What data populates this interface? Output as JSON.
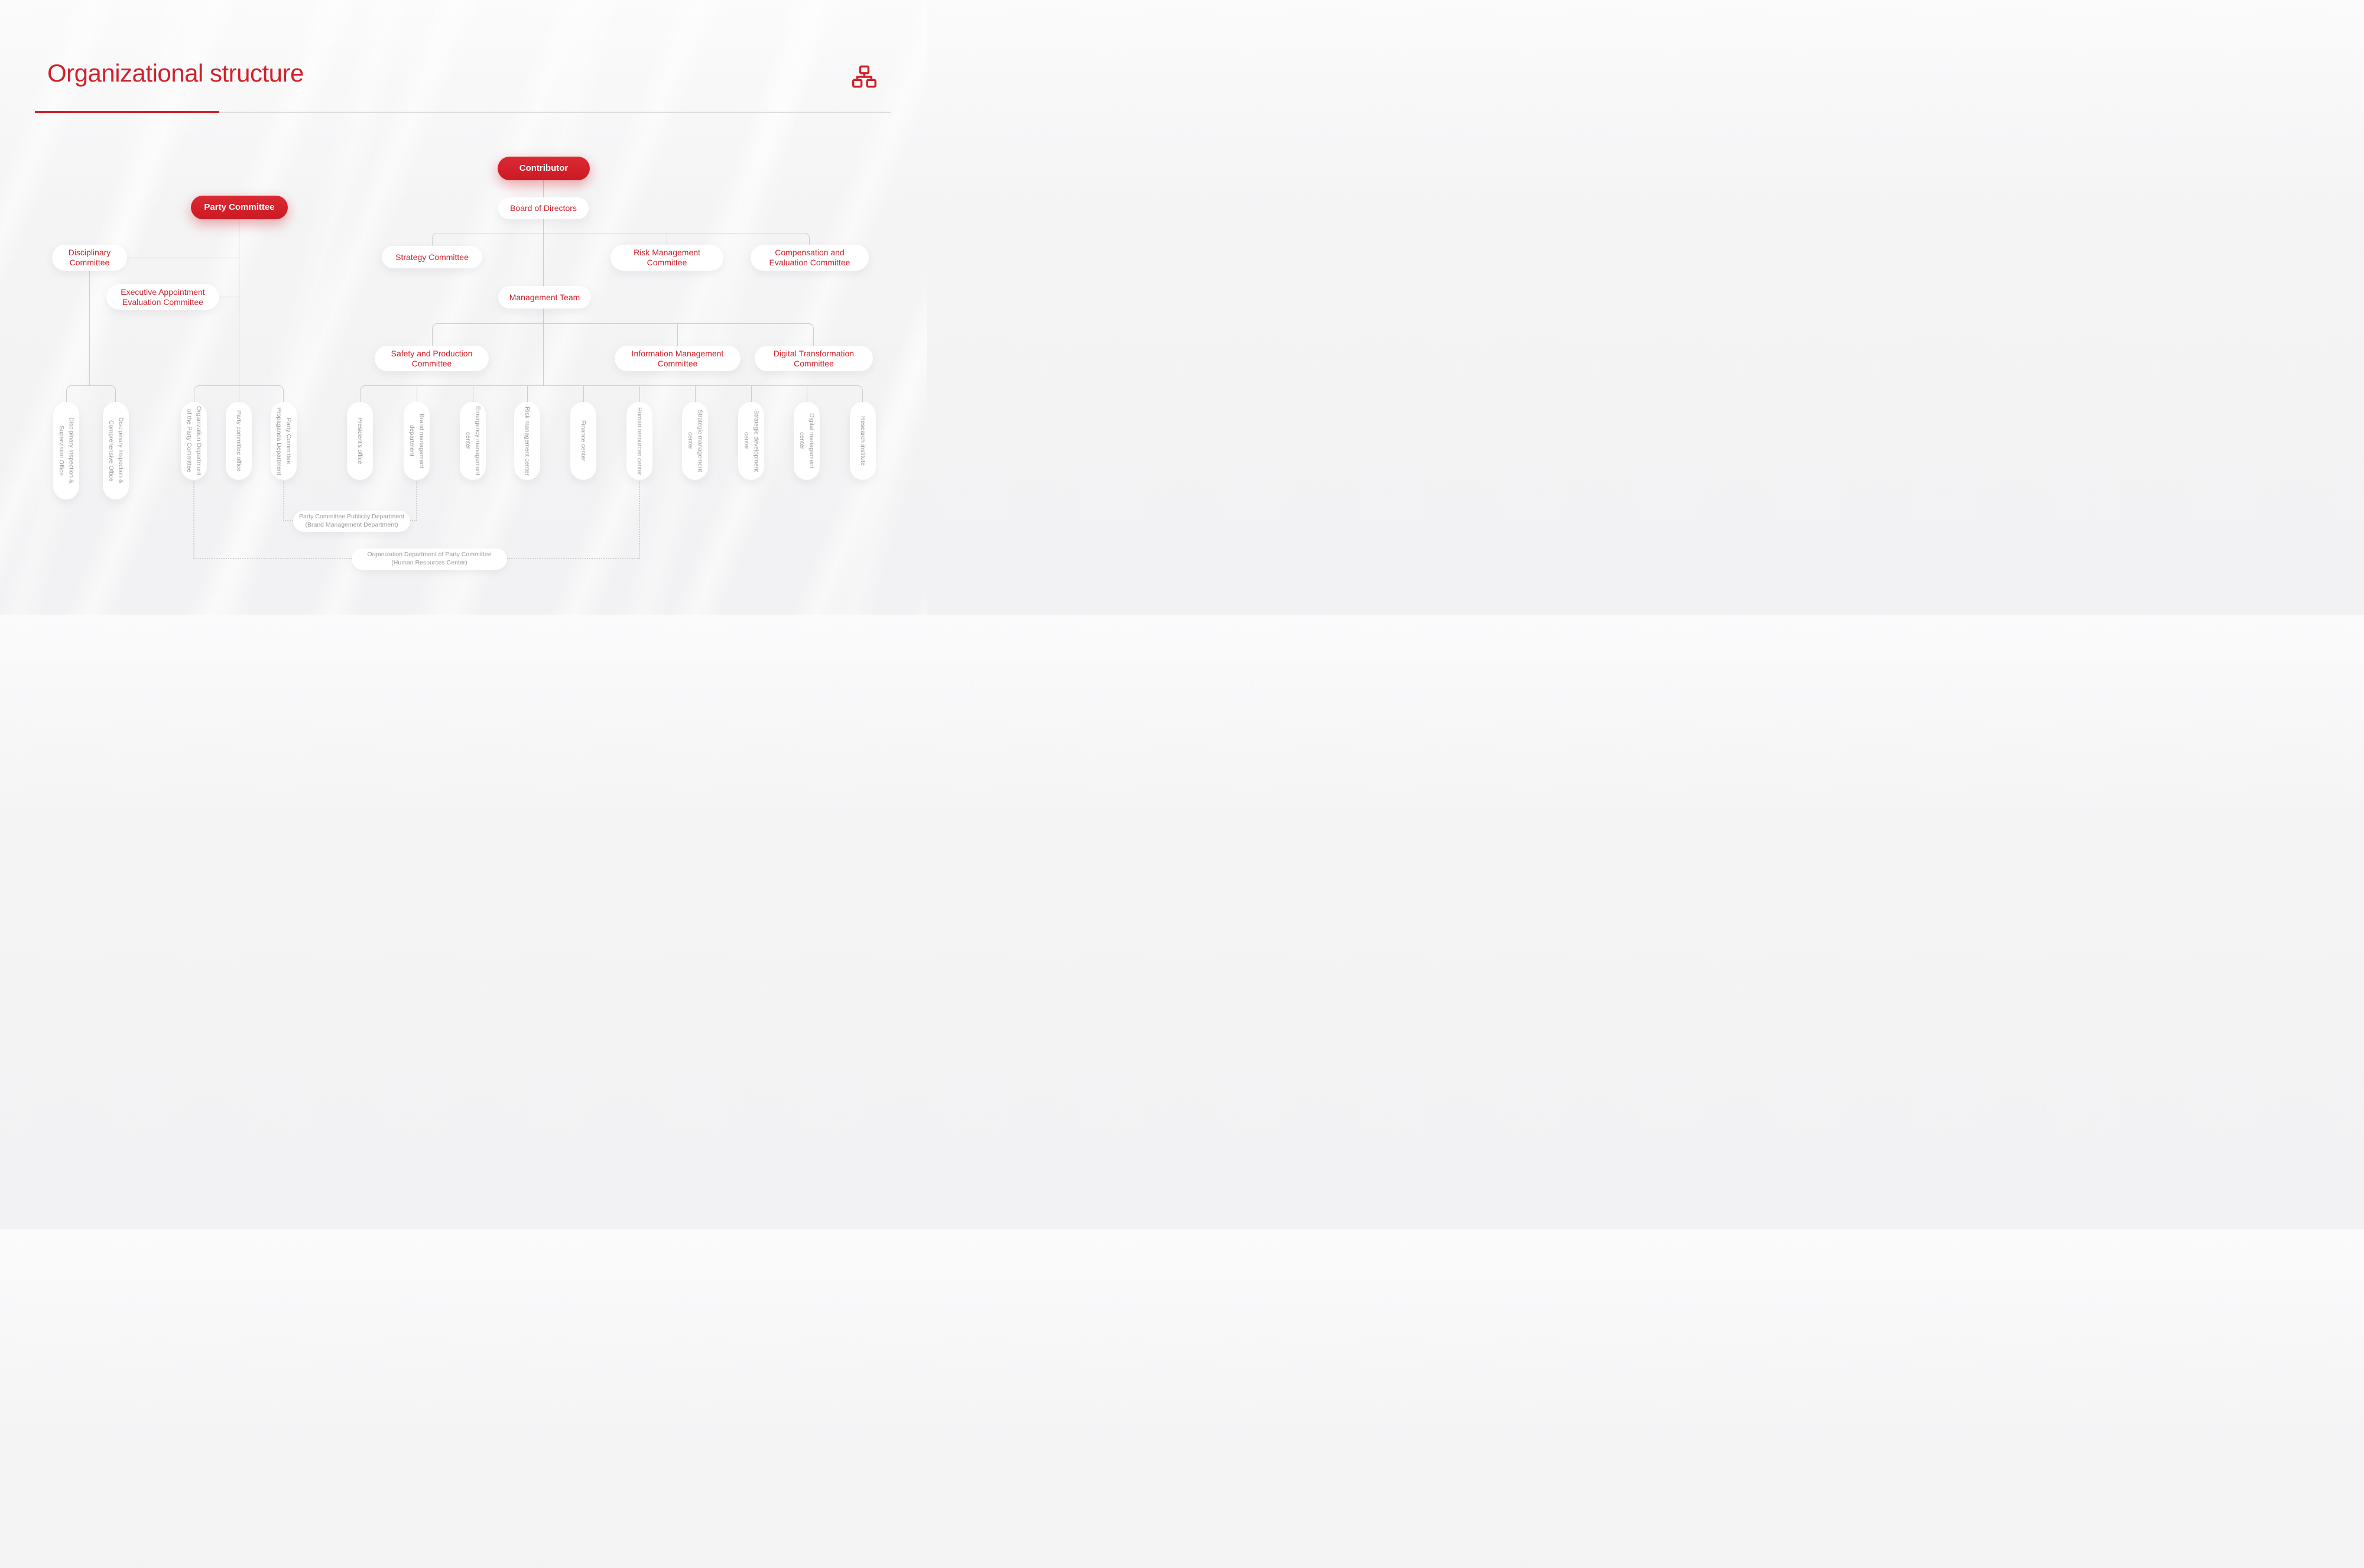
{
  "page": {
    "title": "Organizational structure"
  },
  "colors": {
    "accent": "#d0212b",
    "line": "#cdcdcd",
    "muted_text": "#9b9b9b",
    "pill_red": "#d2242c"
  },
  "icons": {
    "top_right": "sitemap-icon"
  },
  "nodes": {
    "contributor": "Contributor",
    "board": "Board of Directors",
    "party_committee": "Party Committee",
    "disciplinary_committee": "Disciplinary Committee",
    "executive_appointment": "Executive Appointment Evaluation Committee",
    "strategy": "Strategy Committee",
    "risk_management": "Risk Management Committee",
    "compensation": "Compensation and Evaluation Committee",
    "management_team": "Management Team",
    "safety_production": "Safety and Production Committee",
    "information_management": "Information Management Committee",
    "digital_transformation": "Digital Transformation Committee"
  },
  "departments": {
    "disciplinary": [
      "Discipinary Inspection & Supervision Office",
      "Discipinary Inspection & Comprehensive Office"
    ],
    "party": [
      "Organization Department of the Party Committee",
      "Party committee office",
      "Party Committee Propaganda Department"
    ],
    "management": [
      "President's office",
      "Brand management department",
      "Emergency management center",
      "Risk management center",
      "Finance center",
      "Human resources center",
      "Strategic management center",
      "Strategic development center",
      "Digital management center",
      "Research institute"
    ]
  },
  "notes": {
    "publicity": "Party Committee Publicity Department (Brand Management Department)",
    "organization": "Organization Department of Party Committee (Human Resources Center)"
  }
}
